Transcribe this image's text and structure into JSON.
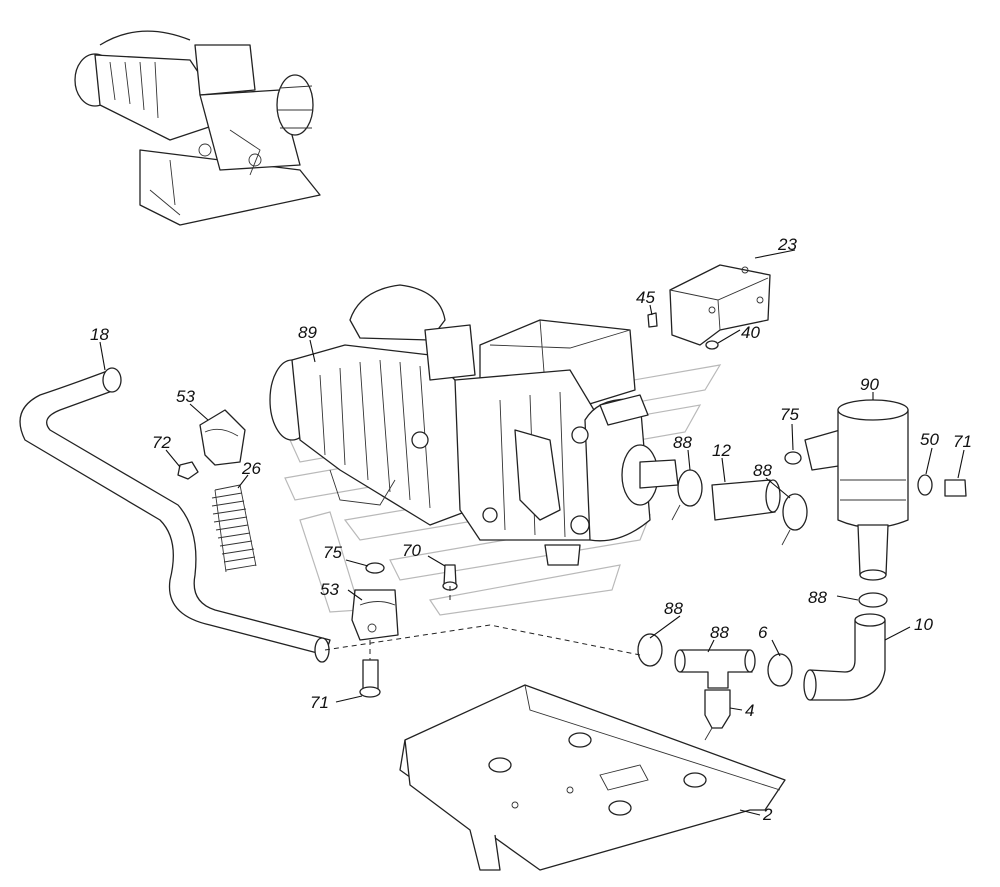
{
  "diagram": {
    "callouts": [
      {
        "id": "c23",
        "text": "23"
      },
      {
        "id": "c45",
        "text": "45"
      },
      {
        "id": "c40",
        "text": "40"
      },
      {
        "id": "c18",
        "text": "18"
      },
      {
        "id": "c89",
        "text": "89"
      },
      {
        "id": "c90",
        "text": "90"
      },
      {
        "id": "c75a",
        "text": "75"
      },
      {
        "id": "c53a",
        "text": "53"
      },
      {
        "id": "c72",
        "text": "72"
      },
      {
        "id": "c26",
        "text": "26"
      },
      {
        "id": "c88a",
        "text": "88"
      },
      {
        "id": "c12",
        "text": "12"
      },
      {
        "id": "c88b",
        "text": "88"
      },
      {
        "id": "c50",
        "text": "50"
      },
      {
        "id": "c71a",
        "text": "71"
      },
      {
        "id": "c75b",
        "text": "75"
      },
      {
        "id": "c70",
        "text": "70"
      },
      {
        "id": "c53b",
        "text": "53"
      },
      {
        "id": "c88c",
        "text": "88"
      },
      {
        "id": "c88d",
        "text": "88"
      },
      {
        "id": "c6",
        "text": "6"
      },
      {
        "id": "c88e",
        "text": "88"
      },
      {
        "id": "c10",
        "text": "10"
      },
      {
        "id": "c71b",
        "text": "71"
      },
      {
        "id": "c4",
        "text": "4"
      },
      {
        "id": "c2",
        "text": "2"
      }
    ]
  }
}
